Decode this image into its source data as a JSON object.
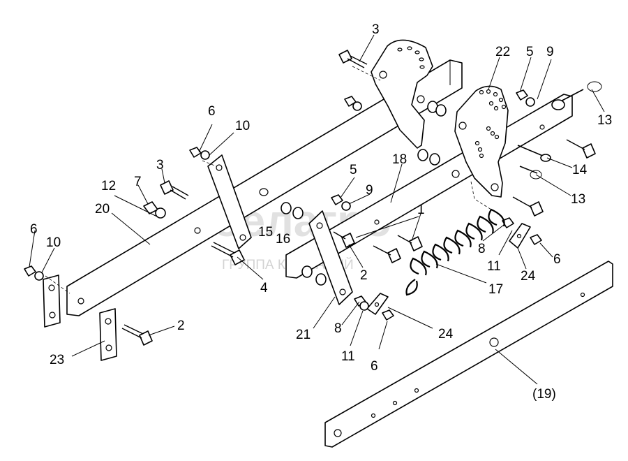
{
  "watermark": {
    "brand": "белагро",
    "subtitle": "ГРУППА КОМПАНИЙ"
  },
  "callouts": [
    {
      "id": "c1",
      "text": "1"
    },
    {
      "id": "c2a",
      "text": "2"
    },
    {
      "id": "c2b",
      "text": "2"
    },
    {
      "id": "c3a",
      "text": "3"
    },
    {
      "id": "c3b",
      "text": "3"
    },
    {
      "id": "c4",
      "text": "4"
    },
    {
      "id": "c5a",
      "text": "5"
    },
    {
      "id": "c5b",
      "text": "5"
    },
    {
      "id": "c6a",
      "text": "6"
    },
    {
      "id": "c6b",
      "text": "6"
    },
    {
      "id": "c6c",
      "text": "6"
    },
    {
      "id": "c6d",
      "text": "6"
    },
    {
      "id": "c7",
      "text": "7"
    },
    {
      "id": "c8a",
      "text": "8"
    },
    {
      "id": "c8b",
      "text": "8"
    },
    {
      "id": "c9a",
      "text": "9"
    },
    {
      "id": "c9b",
      "text": "9"
    },
    {
      "id": "c10a",
      "text": "10"
    },
    {
      "id": "c10b",
      "text": "10"
    },
    {
      "id": "c11a",
      "text": "11"
    },
    {
      "id": "c11b",
      "text": "11"
    },
    {
      "id": "c12",
      "text": "12"
    },
    {
      "id": "c13a",
      "text": "13"
    },
    {
      "id": "c13b",
      "text": "13"
    },
    {
      "id": "c14",
      "text": "14"
    },
    {
      "id": "c15",
      "text": "15"
    },
    {
      "id": "c16",
      "text": "16"
    },
    {
      "id": "c17",
      "text": "17"
    },
    {
      "id": "c18",
      "text": "18"
    },
    {
      "id": "c19",
      "text": "(19)"
    },
    {
      "id": "c20",
      "text": "20"
    },
    {
      "id": "c21",
      "text": "21"
    },
    {
      "id": "c22",
      "text": "22"
    },
    {
      "id": "c23",
      "text": "23"
    },
    {
      "id": "c24a",
      "text": "24"
    },
    {
      "id": "c24b",
      "text": "24"
    }
  ]
}
